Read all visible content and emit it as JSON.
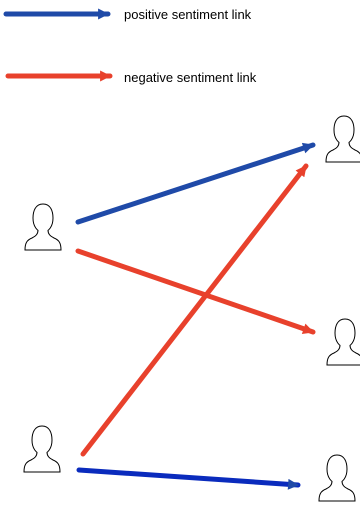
{
  "legend": {
    "positive": {
      "label": "positive sentiment link",
      "color": "#1f4aa8"
    },
    "negative": {
      "label": "negative sentiment link",
      "color": "#e8412c"
    }
  },
  "nodes": [
    {
      "id": "left-top",
      "icon": "person-icon"
    },
    {
      "id": "left-bottom",
      "icon": "person-icon"
    },
    {
      "id": "right-top",
      "icon": "person-icon"
    },
    {
      "id": "right-middle",
      "icon": "person-icon"
    },
    {
      "id": "right-bottom",
      "icon": "person-icon"
    }
  ],
  "links": [
    {
      "from": "left-top",
      "to": "right-top",
      "sentiment": "positive"
    },
    {
      "from": "left-top",
      "to": "right-middle",
      "sentiment": "negative"
    },
    {
      "from": "left-bottom",
      "to": "right-top",
      "sentiment": "negative"
    },
    {
      "from": "left-bottom",
      "to": "right-bottom",
      "sentiment": "positive"
    }
  ]
}
